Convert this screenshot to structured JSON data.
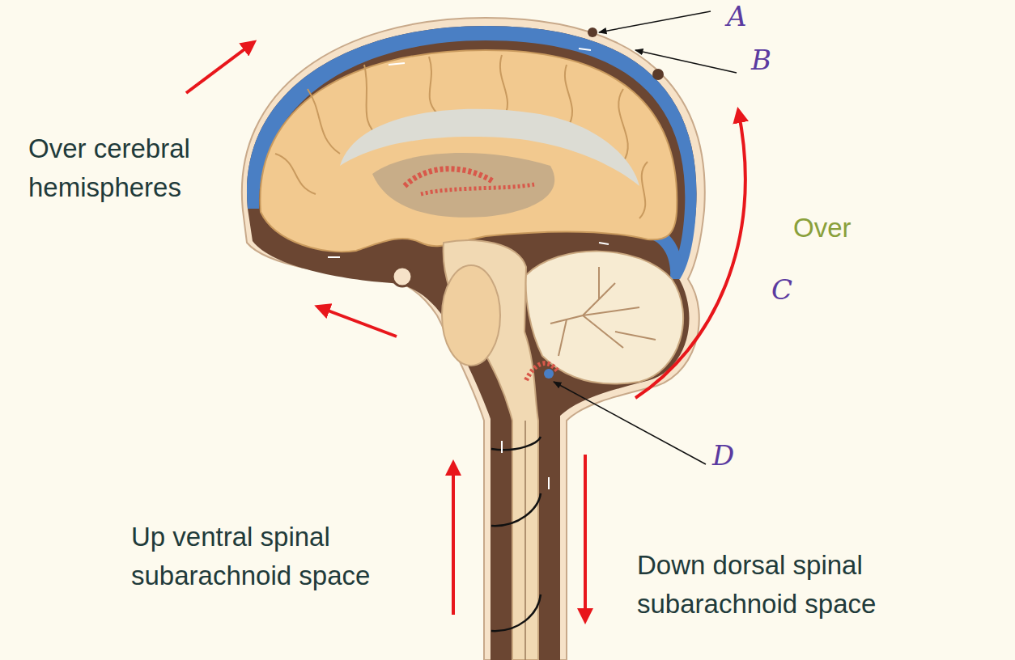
{
  "diagram": {
    "labels": [
      "Over cerebral hemispheres",
      "Over",
      "Up ventral spinal subarachnoid space",
      "Down dorsal spinal subarachnoid space",
      "A",
      "B",
      "C",
      "D"
    ]
  }
}
